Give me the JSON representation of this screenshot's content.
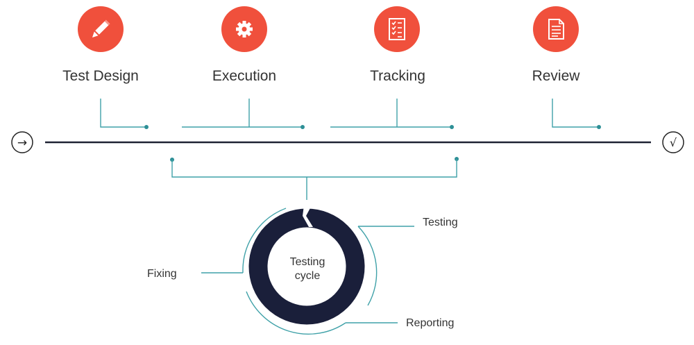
{
  "stages": [
    {
      "label": "Test Design",
      "icon": "pencil-icon"
    },
    {
      "label": "Execution",
      "icon": "gear-icon"
    },
    {
      "label": "Tracking",
      "icon": "checklist-icon"
    },
    {
      "label": "Review",
      "icon": "document-icon"
    }
  ],
  "timeline": {
    "start_symbol": "→",
    "end_symbol": "√"
  },
  "cycle": {
    "center_line1": "Testing",
    "center_line2": "cycle",
    "labels": {
      "testing": "Testing",
      "fixing": "Fixing",
      "reporting": "Reporting"
    }
  },
  "colors": {
    "accent": "#f0503c",
    "ring": "#1a1f3a",
    "connector": "#3fa1a8",
    "timeline": "#1e2233"
  }
}
